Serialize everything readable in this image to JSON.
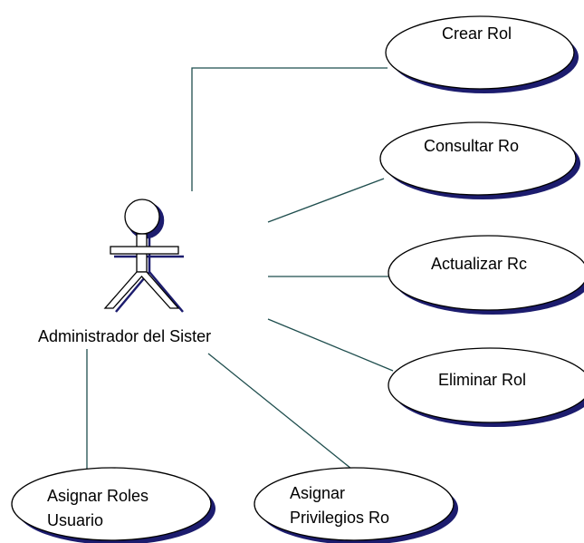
{
  "colors": {
    "line": "#1f4e4e",
    "shadow": "#1c1c6e",
    "stroke": "#000000",
    "fill": "#ffffff"
  },
  "actor": {
    "label": "Administrador del Sister"
  },
  "use_cases": {
    "crear": "Crear Rol",
    "consultar": "Consultar Ro",
    "actualizar": "Actualizar Rc",
    "eliminar": "Eliminar Rol",
    "asignar_roles_1": "Asignar Roles",
    "asignar_roles_2": "Usuario",
    "asignar_priv_1": "Asignar",
    "asignar_priv_2": "Privilegios Ro"
  }
}
